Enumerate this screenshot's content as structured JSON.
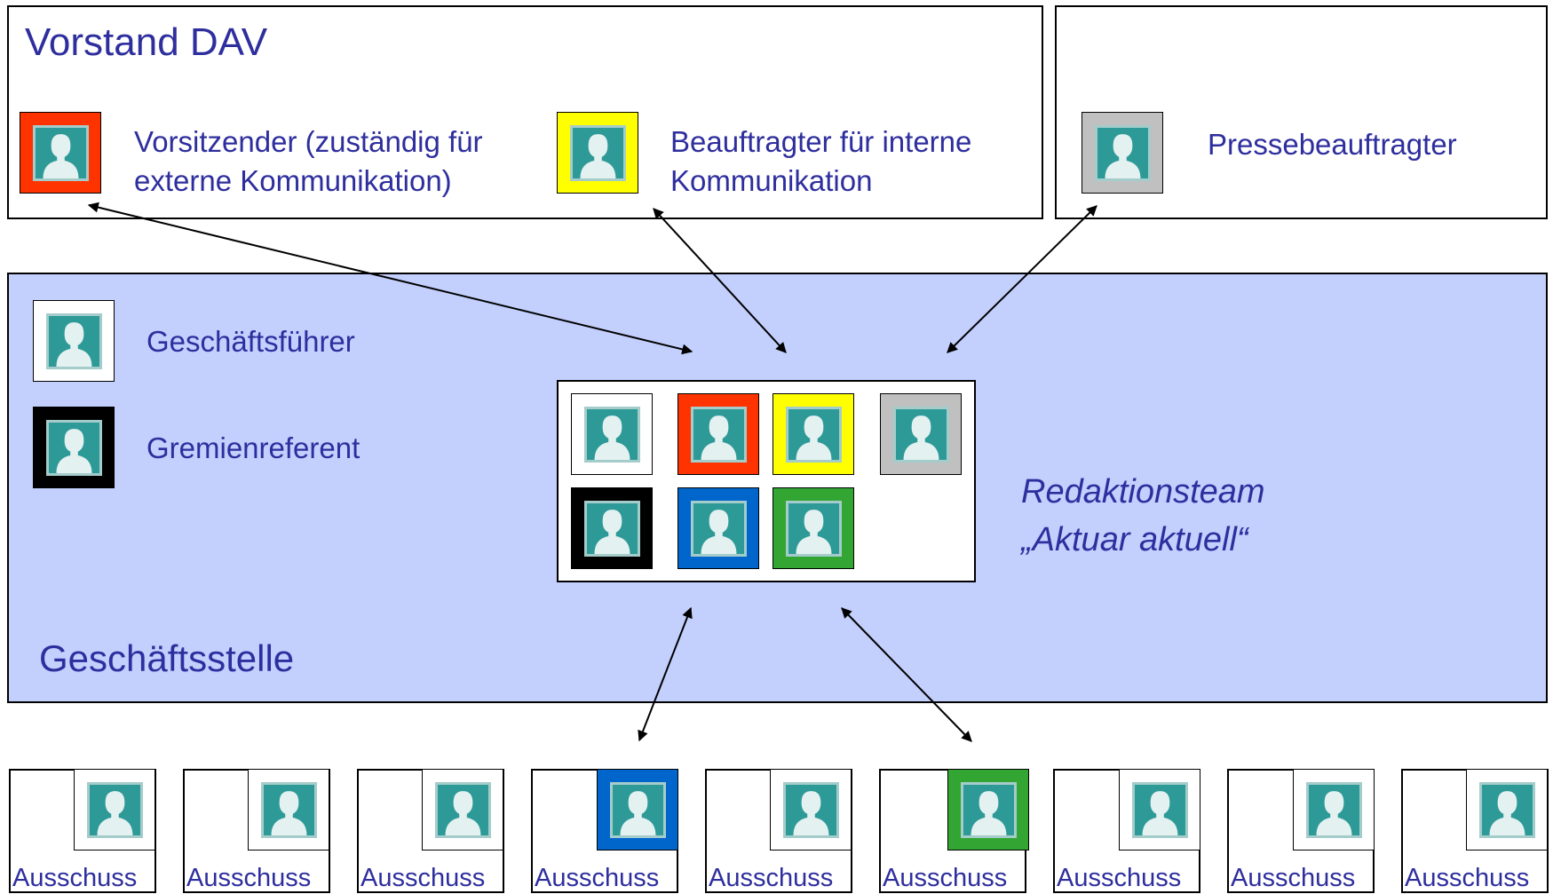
{
  "vorstand": {
    "title": "Vorstand DAV",
    "members": [
      {
        "label": "Vorsitzender (zuständig für\nexterne Kommunikation)",
        "color": "#ff3300"
      },
      {
        "label": "Beauftragter für interne\nKommunikation",
        "color": "#ffff00"
      }
    ]
  },
  "presse": {
    "label": "Pressebeauftragter",
    "color": "#c0c0c0"
  },
  "geschaeftsstelle": {
    "title": "Geschäftsstelle",
    "background": "#c3cffd",
    "members": [
      {
        "label": "Geschäftsführer",
        "color": "#ffffff"
      },
      {
        "label": "Gremienreferent",
        "color": "#000000"
      }
    ]
  },
  "redaktionsteam": {
    "label": "Redaktionsteam\n„Aktuar aktuell“",
    "colors": [
      "#ffffff",
      "#ff3300",
      "#ffff00",
      "#c0c0c0",
      "#000000",
      "#0066cc",
      "#33a533"
    ]
  },
  "ausschuesse": [
    {
      "label": "Ausschuss",
      "color": "#ffffff"
    },
    {
      "label": "Ausschuss",
      "color": "#ffffff"
    },
    {
      "label": "Ausschuss",
      "color": "#ffffff"
    },
    {
      "label": "Ausschuss",
      "color": "#0066cc"
    },
    {
      "label": "Ausschuss",
      "color": "#ffffff"
    },
    {
      "label": "Ausschuss",
      "color": "#33a533"
    },
    {
      "label": "Ausschuss",
      "color": "#ffffff"
    },
    {
      "label": "Ausschuss",
      "color": "#ffffff"
    },
    {
      "label": "Ausschuss",
      "color": "#ffffff"
    }
  ],
  "icon": "person-portrait-icon"
}
